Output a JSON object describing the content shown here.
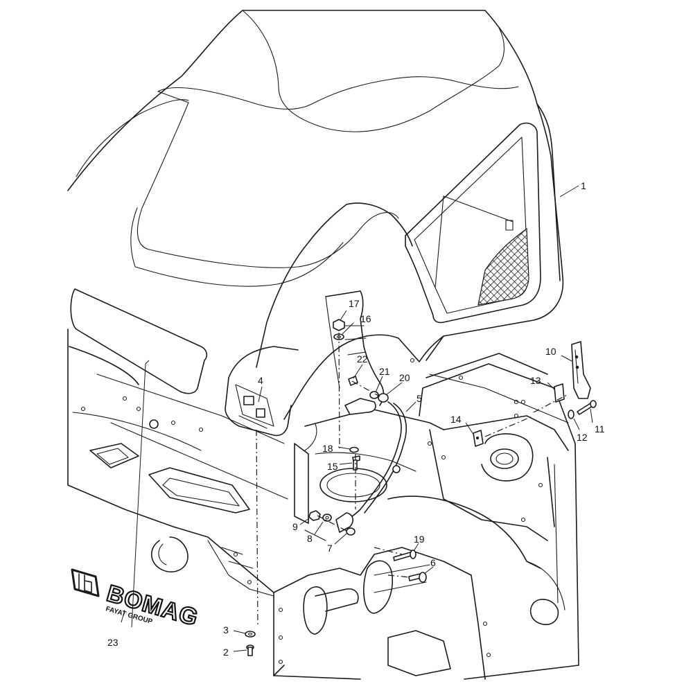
{
  "diagram": {
    "callouts": [
      {
        "id": "1",
        "label": "1"
      },
      {
        "id": "2",
        "label": "2"
      },
      {
        "id": "3",
        "label": "3"
      },
      {
        "id": "4",
        "label": "4"
      },
      {
        "id": "5",
        "label": "5"
      },
      {
        "id": "6",
        "label": "6"
      },
      {
        "id": "7",
        "label": "7"
      },
      {
        "id": "8",
        "label": "8"
      },
      {
        "id": "9",
        "label": "9"
      },
      {
        "id": "10",
        "label": "10"
      },
      {
        "id": "11",
        "label": "11"
      },
      {
        "id": "12",
        "label": "12"
      },
      {
        "id": "13",
        "label": "13"
      },
      {
        "id": "14",
        "label": "14"
      },
      {
        "id": "15",
        "label": "15"
      },
      {
        "id": "16",
        "label": "16"
      },
      {
        "id": "17",
        "label": "17"
      },
      {
        "id": "18",
        "label": "18"
      },
      {
        "id": "19",
        "label": "19"
      },
      {
        "id": "20",
        "label": "20"
      },
      {
        "id": "21",
        "label": "21"
      },
      {
        "id": "22",
        "label": "22"
      },
      {
        "id": "23",
        "label": "23"
      }
    ],
    "logo": {
      "brand": "BOMAG",
      "subtitle": "FAYAT GROUP"
    }
  }
}
